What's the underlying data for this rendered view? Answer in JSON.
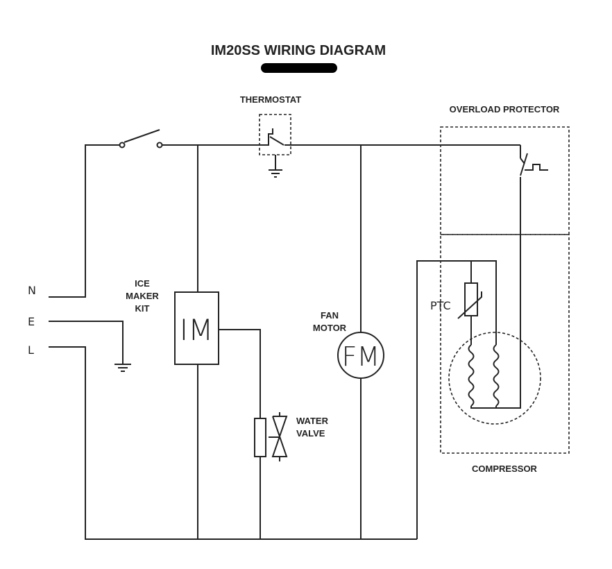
{
  "title": "IM20SS WIRING DIAGRAM",
  "terminals": {
    "n": "N",
    "e": "E",
    "l": "L"
  },
  "components": {
    "thermostat": "THERMOSTAT",
    "overload_protector": "OVERLOAD PROTECTOR",
    "ice_maker_kit": [
      "ICE",
      "MAKER",
      "KIT"
    ],
    "ice_maker_symbol": "IM",
    "fan_motor": [
      "FAN",
      "MOTOR"
    ],
    "fan_motor_symbol": "FM",
    "water_valve": [
      "WATER",
      "VALVE"
    ],
    "ptc": "PTC",
    "compressor": "COMPRESSOR"
  },
  "colors": {
    "line": "#222222",
    "background": "#ffffff",
    "redaction": "#000000"
  }
}
